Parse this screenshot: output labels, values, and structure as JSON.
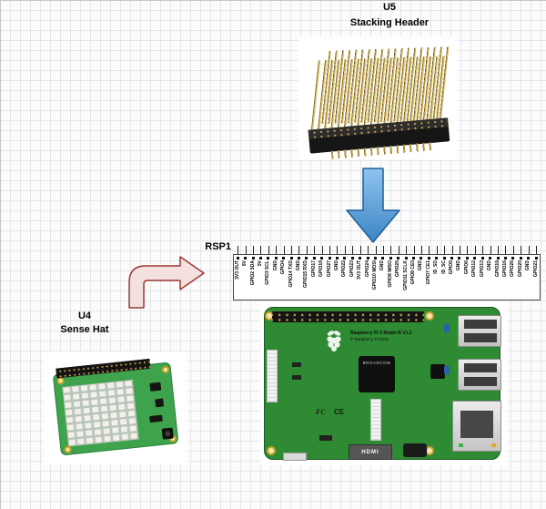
{
  "labels": {
    "u5_ref": "U5",
    "u5_name": "Stacking Header",
    "rsp1_ref": "RSP1",
    "u4_ref": "U4",
    "u4_name": "Sense Hat"
  },
  "rsp1": {
    "pins": [
      "3V3 OUT",
      "5V",
      "GPIO2 SDA",
      "5V",
      "GPIO3 SCL",
      "GND",
      "GPIO4",
      "GPIO14 TXD",
      "GND",
      "GPIO15 RXD",
      "GPIO17",
      "GPIO18",
      "GPIO27",
      "GND",
      "GPIO22",
      "GPIO23",
      "3V3 OUT",
      "GPIO24",
      "GPIO10 MOSI",
      "GND",
      "GPIO9 MISO",
      "GPIO25",
      "GPIO11 SCLK",
      "GPIO8 CE0",
      "GND",
      "GPIO7 CE1",
      "ID_SD",
      "ID_SC",
      "GPIO5",
      "GND",
      "GPIO6",
      "GPIO12",
      "GPIO13",
      "GND",
      "GPIO19",
      "GPIO16",
      "GPIO26",
      "GPIO20",
      "GND",
      "GPIO21"
    ]
  },
  "pi_board": {
    "title": "Raspberry Pi 3 Model B V1.2",
    "copyright": "© Raspberry Pi 2015",
    "chip_label": "BROADCOM",
    "hdmi_label": "HDMI",
    "fcc_label": "FC",
    "ce_label": "CE"
  },
  "colors": {
    "grid_line": "#e3e6ea",
    "blue_arrow_light": "#8fc3ee",
    "blue_arrow_dark": "#3b86c4",
    "blue_arrow_stroke": "#1e5f96",
    "pink_arrow_fill": "#f4e0df",
    "pink_arrow_stroke": "#9c3a36",
    "pcb_green": "#2e8b33",
    "sensehat_green": "#3fa34d",
    "pin_gold": "#caa14a"
  }
}
